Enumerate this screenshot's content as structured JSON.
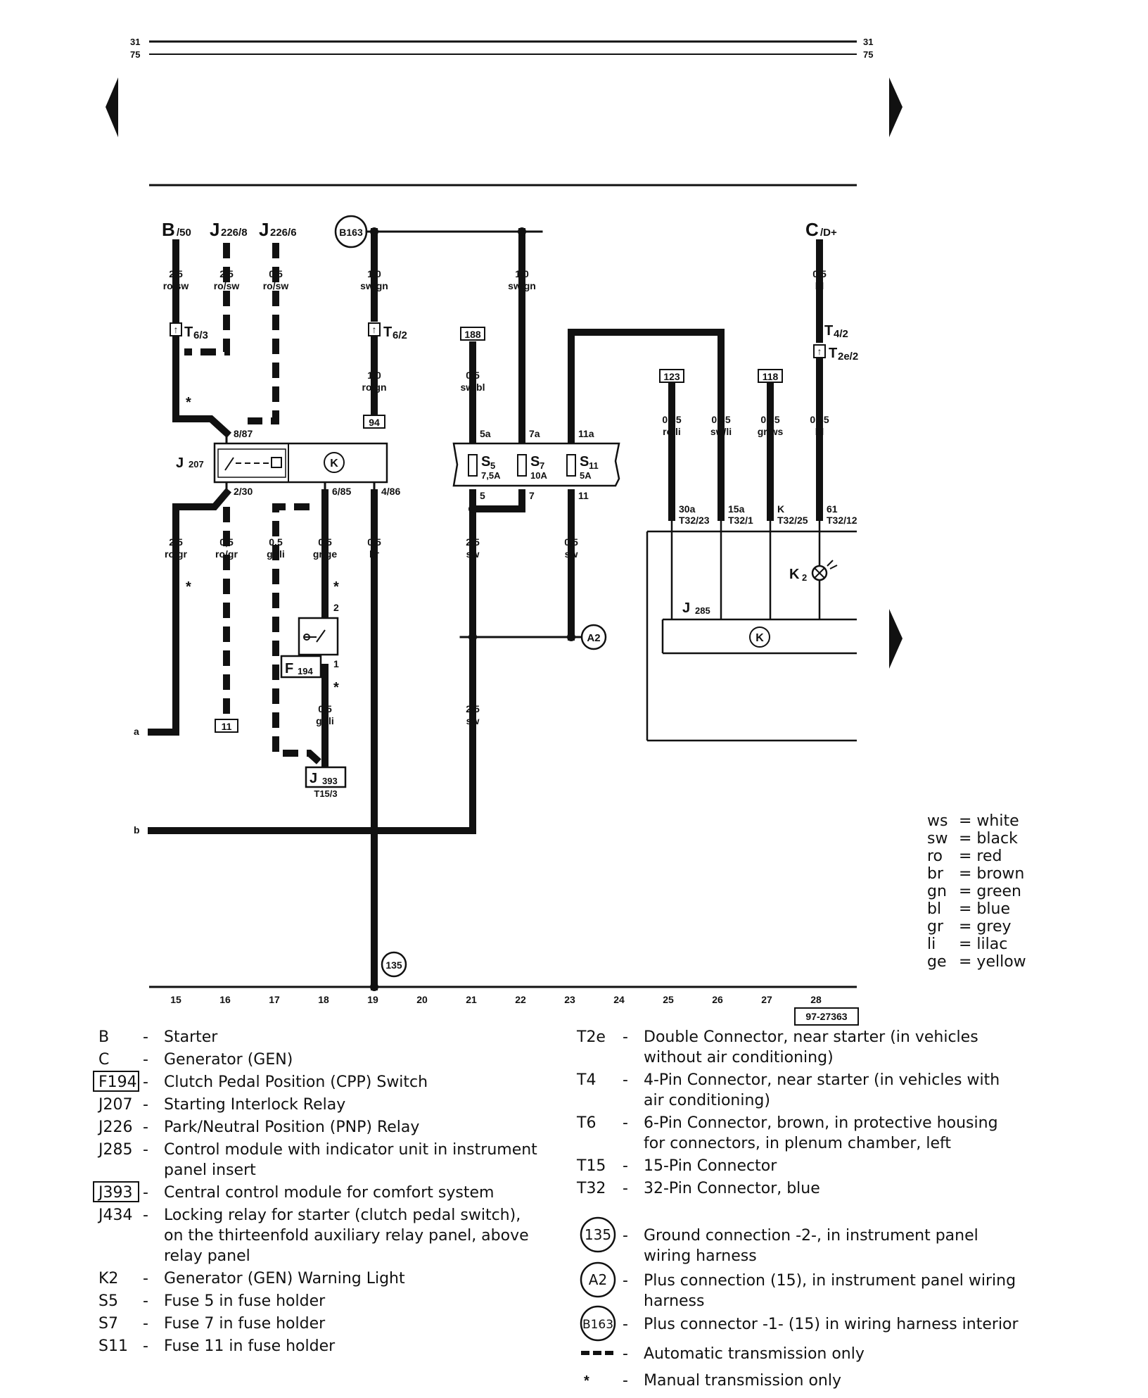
{
  "page": {
    "page_ref_top": "31",
    "page_ref_bottom": "75",
    "doc_number": "97-27363"
  },
  "labels": {
    "b50_main": "B",
    "b50_sub": "/50",
    "j226_8_main": "J",
    "j226_8_sub": "226/8",
    "j226_6_main": "J",
    "j226_6_sub": "226/6",
    "c_main": "C",
    "c_sub": "/D+",
    "t63_main": "T",
    "t63_sub": "6/3",
    "t62_main": "T",
    "t62_sub": "6/2",
    "t42_main": "T",
    "t42_sub": "4/2",
    "t2e2_main": "T",
    "t2e2_sub": "2e/2",
    "j207_main": "J",
    "j207_sub": "207",
    "j285_main": "J",
    "j285_sub": "285",
    "k2_main": "K",
    "k2_sub": "2",
    "f194_main": "F",
    "f194_sub": "194",
    "j393_main": "J",
    "j393_sub": "393",
    "j393_pin": "T15/3",
    "s5_main": "S",
    "s5_sub": "5",
    "s5_rating": "7,5A",
    "s7_main": "S",
    "s7_sub": "7",
    "s7_rating": "10A",
    "s11_main": "S",
    "s11_sub": "11",
    "s11_rating": "5A",
    "line_a": "a",
    "line_b": "b",
    "star": "*"
  },
  "wires": {
    "w1_size": "2,5",
    "w1_color": "ro/sw",
    "w2_size": "2,5",
    "w2_color": "ro/sw",
    "w3_size": "0,5",
    "w3_color": "ro/sw",
    "w4_size": "1,0",
    "w4_color": "sw/gn",
    "w5_size": "1,0",
    "w5_color": "sw/gn",
    "w6_size": "0,5",
    "w6_color": "bl",
    "w7_size": "1,0",
    "w7_color": "ro/gn",
    "w8_size": "0,5",
    "w8_color": "sw/bl",
    "w9_size": "0,35",
    "w9_color": "ro/li",
    "w10_size": "0,35",
    "w10_color": "sw/li",
    "w11_size": "0,35",
    "w11_color": "gr/ws",
    "w12_size": "0,35",
    "w12_color": "bl",
    "w13_size": "2,5",
    "w13_color": "ro/gr",
    "w14_size": "0,5",
    "w14_color": "ro/gr",
    "w15_size": "0,5",
    "w15_color": "gr/li",
    "w16_size": "0,5",
    "w16_color": "gr/ge",
    "w17_size": "0,5",
    "w17_color": "br",
    "w18_size": "2,5",
    "w18_color": "sw",
    "w19_size": "0,5",
    "w19_color": "sw",
    "w20_size": "0,5",
    "w20_color": "gr/li",
    "w21_size": "2,5",
    "w21_color": "sw"
  },
  "pins": {
    "p887": "8/87",
    "p230": "2/30",
    "p685": "6/85",
    "p486": "4/86",
    "p5a": "5a",
    "p7a": "7a",
    "p11a": "11a",
    "p5": "5",
    "p7": "7",
    "p11": "11",
    "p30a": "30a",
    "p30a_t": "T32/23",
    "p15a": "15a",
    "p15a_t": "T32/1",
    "pK": "K",
    "pK_t": "T32/25",
    "p61": "61",
    "p61_t": "T32/12",
    "f2": "2",
    "f1": "1"
  },
  "refs": {
    "r94": "94",
    "r188": "188",
    "r123": "123",
    "r118": "118",
    "r11": "11"
  },
  "grounds": {
    "g135": "135",
    "gA2": "A2",
    "gB163": "B163"
  },
  "track_numbers": [
    "15",
    "16",
    "17",
    "18",
    "19",
    "20",
    "21",
    "22",
    "23",
    "24",
    "25",
    "26",
    "27",
    "28"
  ],
  "color_key": [
    {
      "abbr": "ws",
      "name": "= white"
    },
    {
      "abbr": "sw",
      "name": "= black"
    },
    {
      "abbr": "ro",
      "name": "= red"
    },
    {
      "abbr": "br",
      "name": "= brown"
    },
    {
      "abbr": "gn",
      "name": "= green"
    },
    {
      "abbr": "bl",
      "name": "= blue"
    },
    {
      "abbr": "gr",
      "name": "= grey"
    },
    {
      "abbr": "li",
      "name": "= lilac"
    },
    {
      "abbr": "ge",
      "name": "= yellow"
    }
  ],
  "legend_left": [
    {
      "code": "B",
      "boxed": false,
      "lines": [
        "Starter"
      ]
    },
    {
      "code": "C",
      "boxed": false,
      "lines": [
        "Generator (GEN)"
      ]
    },
    {
      "code": "F194",
      "boxed": true,
      "lines": [
        "Clutch Pedal Position (CPP) Switch"
      ]
    },
    {
      "code": "J207",
      "boxed": false,
      "lines": [
        "Starting Interlock Relay"
      ]
    },
    {
      "code": "J226",
      "boxed": false,
      "lines": [
        "Park/Neutral Position (PNP) Relay"
      ]
    },
    {
      "code": "J285",
      "boxed": false,
      "lines": [
        "Control module with indicator unit in instrument",
        "panel insert"
      ]
    },
    {
      "code": "J393",
      "boxed": true,
      "lines": [
        "Central control module for comfort system"
      ]
    },
    {
      "code": "J434",
      "boxed": false,
      "lines": [
        "Locking relay for starter (clutch pedal switch),",
        "on the thirteenfold auxiliary relay panel, above",
        "relay panel"
      ]
    },
    {
      "code": "K2",
      "boxed": false,
      "lines": [
        "Generator (GEN) Warning Light"
      ]
    },
    {
      "code": "S5",
      "boxed": false,
      "lines": [
        "Fuse 5 in fuse holder"
      ]
    },
    {
      "code": "S7",
      "boxed": false,
      "lines": [
        "Fuse 7 in fuse holder"
      ]
    },
    {
      "code": "S11",
      "boxed": false,
      "lines": [
        "Fuse 11 in fuse holder"
      ]
    }
  ],
  "legend_right": [
    {
      "code": "T2e",
      "lines": [
        "Double Connector, near starter (in vehicles",
        "without air conditioning)"
      ]
    },
    {
      "code": "T4",
      "lines": [
        "4-Pin Connector, near starter (in vehicles with",
        "air conditioning)"
      ]
    },
    {
      "code": "T6",
      "lines": [
        "6-Pin Connector, brown, in protective housing",
        "for connectors, in plenum chamber, left"
      ]
    },
    {
      "code": "T15",
      "lines": [
        "15-Pin Connector"
      ]
    },
    {
      "code": "T32",
      "lines": [
        "32-Pin Connector, blue"
      ]
    }
  ],
  "legend_symbols": [
    {
      "symbol": "135",
      "lines": [
        "Ground connection -2-, in instrument panel",
        "wiring harness"
      ]
    },
    {
      "symbol": "A2",
      "lines": [
        "Plus connection (15), in instrument panel wiring",
        "harness"
      ]
    },
    {
      "symbol": "B163",
      "lines": [
        "Plus connector -1- (15) in wiring harness interior"
      ]
    },
    {
      "symbol": "dash",
      "lines": [
        "Automatic transmission only"
      ]
    },
    {
      "symbol": "*",
      "lines": [
        "Manual transmission only"
      ]
    }
  ],
  "dash": "-"
}
